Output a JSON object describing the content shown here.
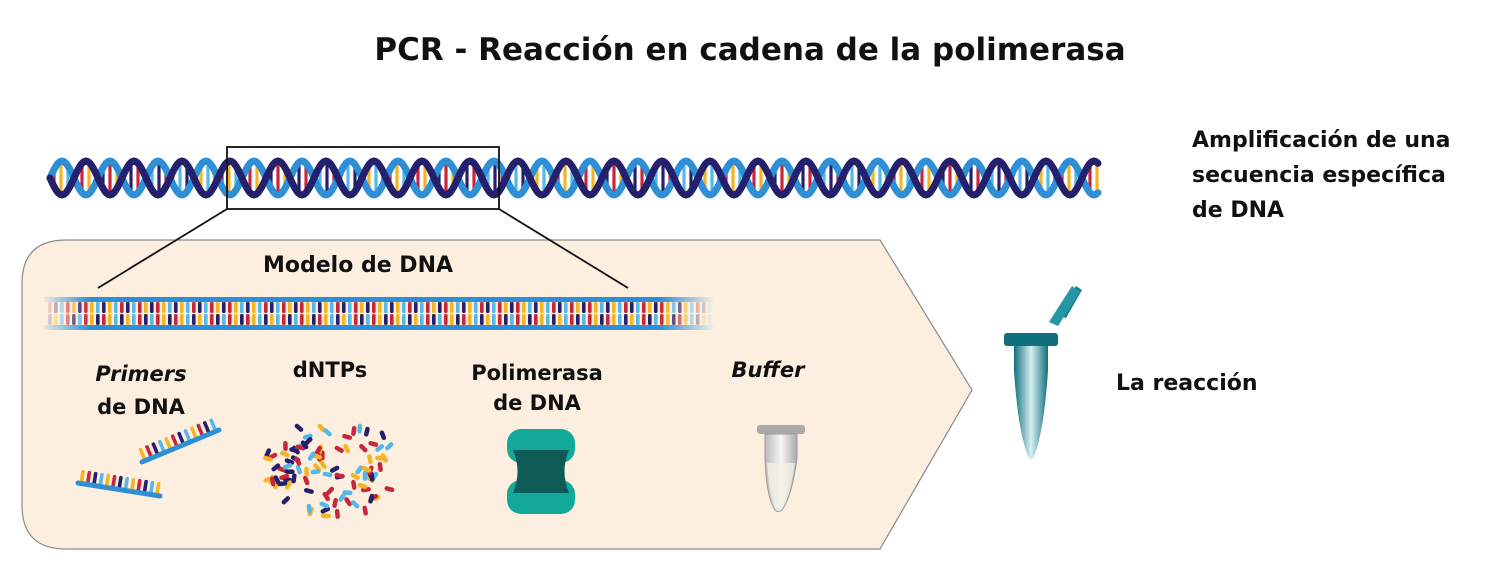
{
  "title": "PCR - Reacción en cadena de la polimerasa",
  "amplification": {
    "line1": "Amplificación de una",
    "line2": "secuencia específica",
    "line3": "de DNA"
  },
  "template_label": "Modelo de DNA",
  "components": {
    "primers": {
      "line1": "Primers",
      "line2": "de DNA"
    },
    "dntps": "dNTPs",
    "polymerase": {
      "line1": "Polimerasa",
      "line2": "de DNA"
    },
    "buffer": "Buffer"
  },
  "reaction_label": "La reacción",
  "colors": {
    "panel_fill": "#fcefe0",
    "panel_stroke": "#8a8a8a",
    "helix_dark": "#24206b",
    "helix_light": "#2f8fd6",
    "base_red": "#c8263a",
    "base_yellow": "#f4b524",
    "base_lightblue": "#55b8e8",
    "polymerase_outer": "#12a99b",
    "polymerase_inner": "#0e5a57",
    "tube": "#1a7f8d"
  }
}
